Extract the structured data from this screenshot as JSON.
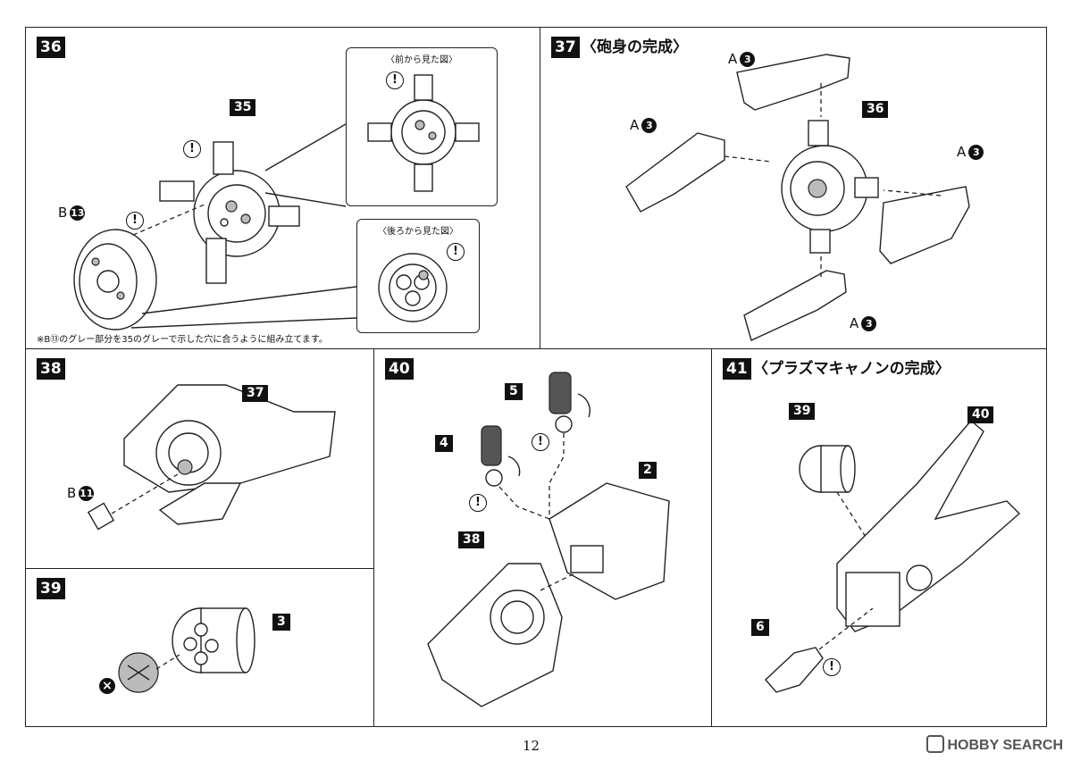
{
  "steps": {
    "s36": {
      "number": "36",
      "label_35": "35",
      "part_b13_letter": "B",
      "part_b13_num": "13",
      "exclamation": "!",
      "inset_front_caption": "〈前から見た図〉",
      "inset_back_caption": "〈後ろから見た図〉",
      "note": "※B⑬のグレー部分を35のグレーで示した穴に合うように組み立てます。"
    },
    "s37": {
      "number": "37",
      "title": "〈砲身の完成〉",
      "label_36": "36",
      "part_letter": "A",
      "part_num": "3"
    },
    "s38": {
      "number": "38",
      "label_37": "37",
      "part_b11_letter": "B",
      "part_b11_num": "11"
    },
    "s39": {
      "number": "39",
      "label_3": "3",
      "cross": "×"
    },
    "s40": {
      "number": "40",
      "label_5": "5",
      "label_4": "4",
      "label_2": "2",
      "label_38": "38",
      "exclamation": "!"
    },
    "s41": {
      "number": "41",
      "title": "〈プラズマキャノンの完成〉",
      "label_39": "39",
      "label_40": "40",
      "label_6": "6",
      "exclamation": "!"
    }
  },
  "page_number": "12",
  "watermark": "HOBBY SEARCH",
  "colors": {
    "ink": "#111111",
    "gray_fill": "#bbbbbb",
    "watermark": "#555555"
  }
}
